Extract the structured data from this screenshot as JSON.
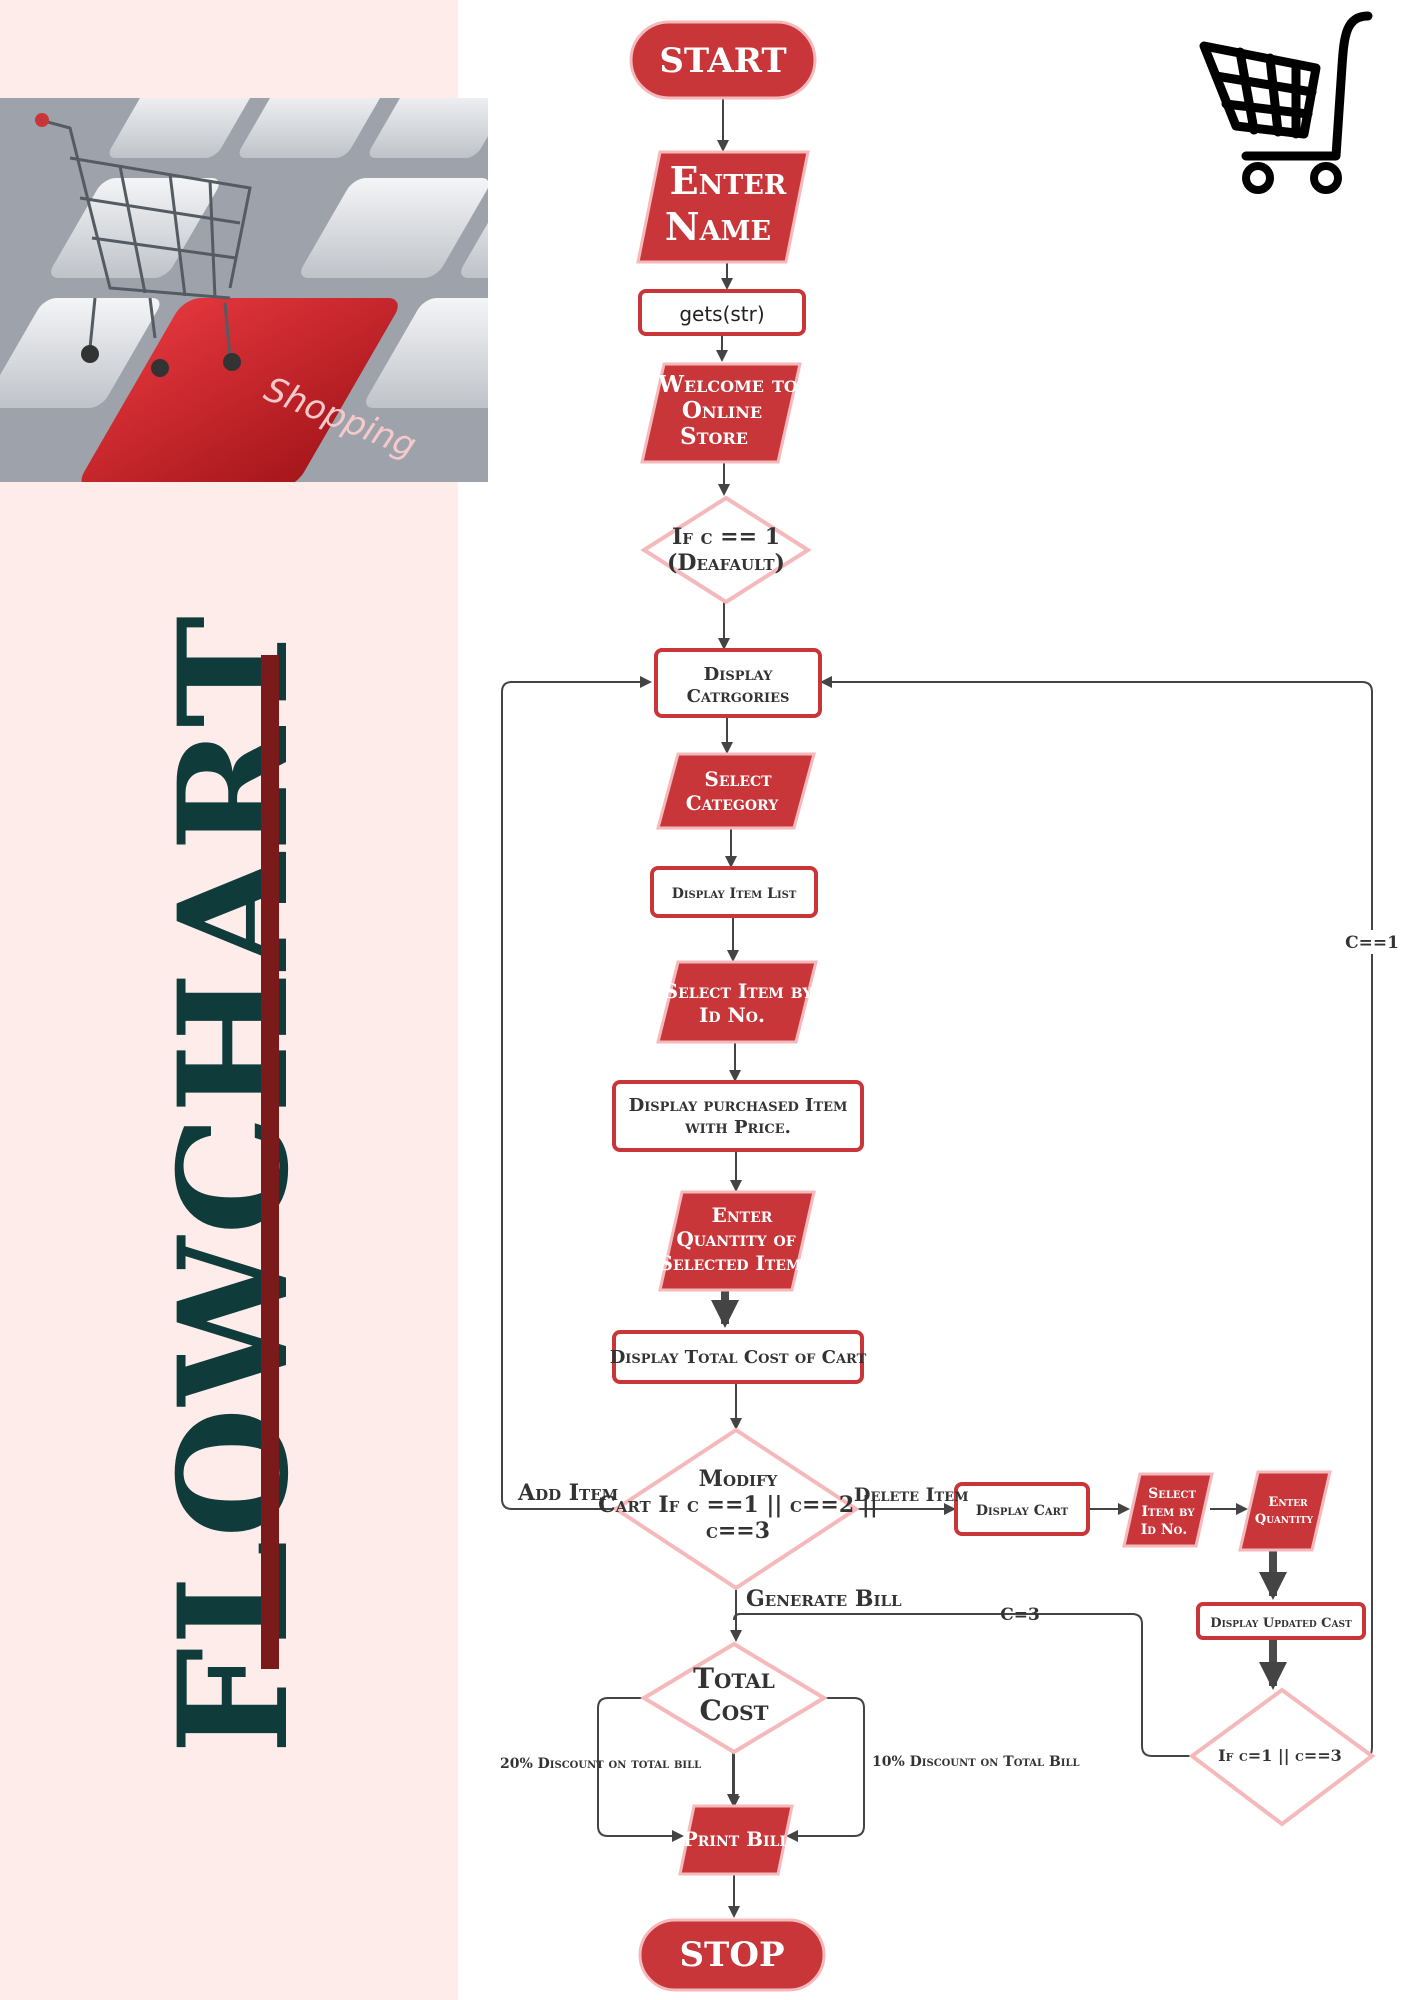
{
  "page_title": "FLOWCHART",
  "colors": {
    "panel_bg": "#fdecea",
    "shape_fill": "#c8363a",
    "shape_border": "#f6b9bb",
    "title_text": "#0f3b3b",
    "title_bar": "#7a1a1a",
    "arrow": "#444444",
    "line": "#555555"
  },
  "photo": {
    "key_label": "Shopping"
  },
  "icons": {
    "cart": "shopping-cart-icon"
  },
  "nodes": {
    "start": "START",
    "enter_name": [
      "Enter",
      "Name"
    ],
    "gets_str": "gets(str)",
    "welcome": [
      "Welcome to",
      "Online",
      "Store"
    ],
    "if_default": [
      "If c == 1",
      "(Deafault)"
    ],
    "display_categories": [
      "Display",
      "Catrgories"
    ],
    "select_category": [
      "Select",
      "Category"
    ],
    "display_item_list": "Display Item List",
    "select_item": [
      "Select Item by",
      "Id No."
    ],
    "display_purchased": [
      "Display purchased Item",
      "with Price."
    ],
    "enter_quantity": [
      "Enter",
      "Quantity of",
      "Selected Item"
    ],
    "display_total": "Display Total Cost of Cart",
    "modify_cart": [
      "Modify",
      "Cart If c ==1 || c==2 ||",
      "c==3"
    ],
    "display_cart": "Display Cart",
    "select_item_del": [
      "Select",
      "Item by",
      "Id No."
    ],
    "enter_quantity_del": [
      "Enter",
      "Quantity"
    ],
    "display_updated": "Display Updated Cast",
    "if_c13": "If c=1 || c==3",
    "total_cost": [
      "Total",
      "Cost"
    ],
    "print_bill": "Print Bill",
    "stop": "STOP"
  },
  "edges": {
    "add_item": "Add Item",
    "delete_item": "Delete Item",
    "generate_bill": "Generate Bill",
    "c_eq_3": "C=3",
    "c_eq_1": "C==1",
    "discount_20": "20% Discount on total bill",
    "discount_10": "10% Discount on Total  Bill"
  }
}
